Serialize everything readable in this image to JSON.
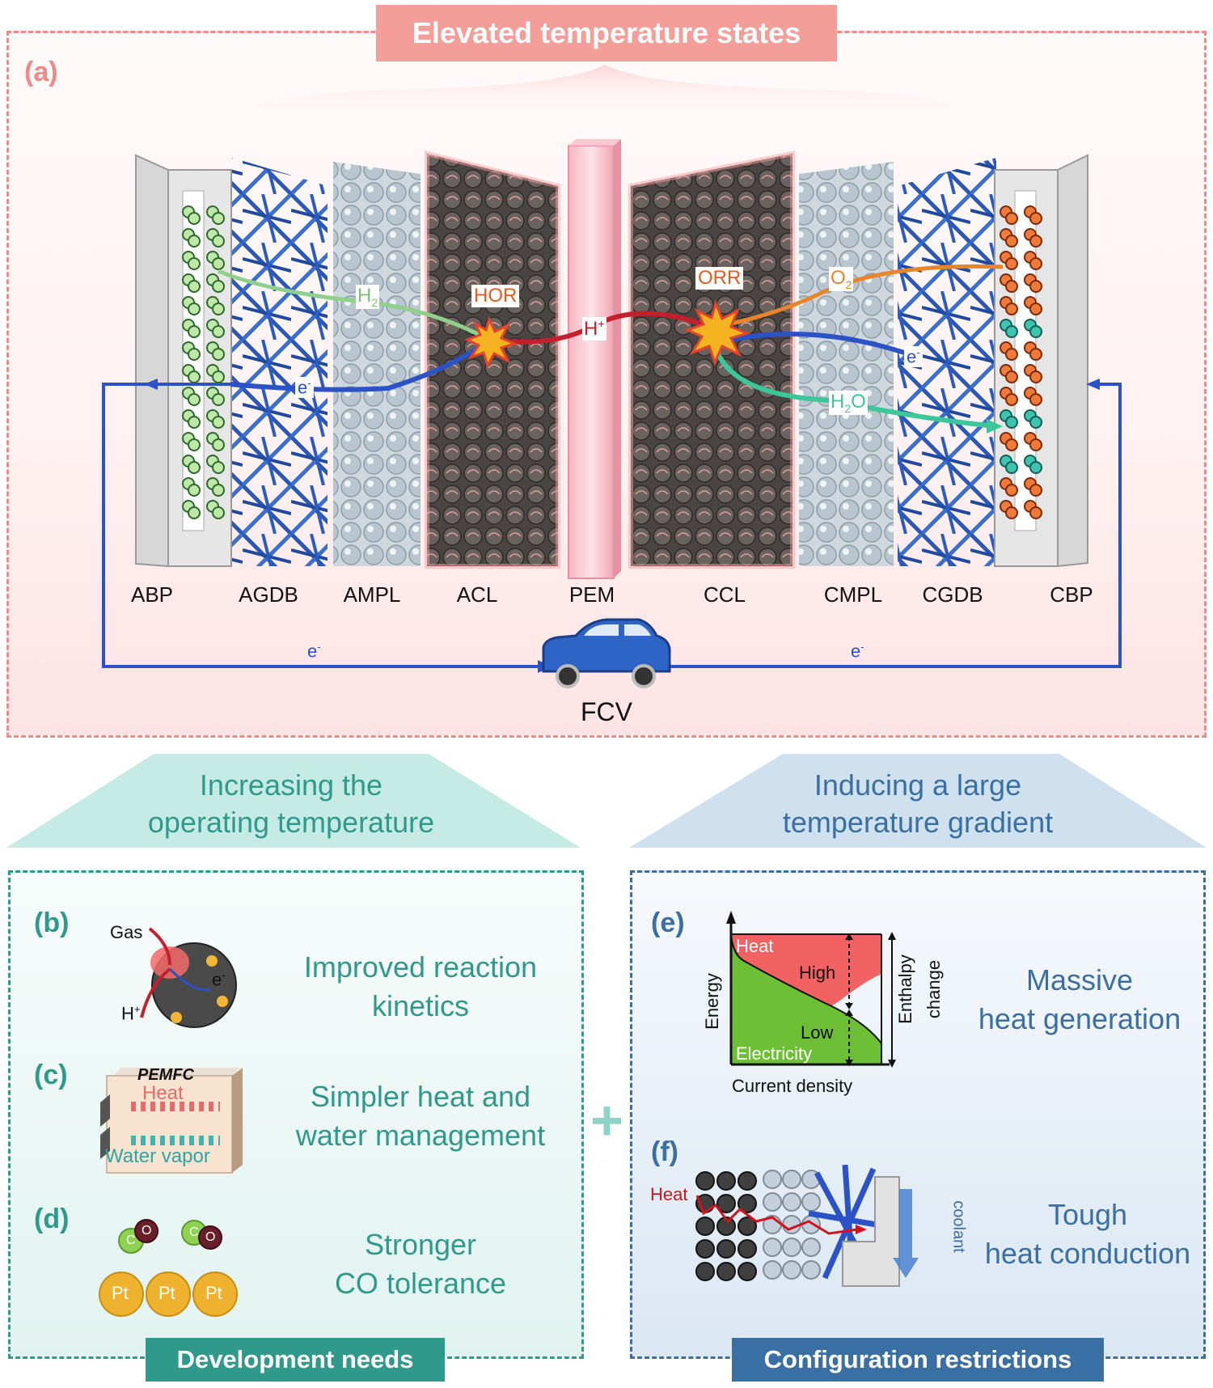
{
  "banner_top": "Elevated temperature states",
  "panel_a": {
    "label": "(a)",
    "layers": [
      "ABP",
      "AGDB",
      "AMPL",
      "ACL",
      "PEM",
      "CCL",
      "CMPL",
      "CGDB",
      "CBP"
    ],
    "reactions": {
      "hor": "HOR",
      "orr": "ORR"
    },
    "species": {
      "h2": "H",
      "h2_sub": "2",
      "hplus": "H",
      "hplus_sup": "+",
      "o2": "O",
      "o2_sub": "2",
      "h2o_h": "H",
      "h2o_sub": "2",
      "h2o_o": "O",
      "electron": "e",
      "electron_sup": "-"
    },
    "vehicle": "FCV"
  },
  "trapezoid_left": {
    "line1": "Increasing the",
    "line2": "operating temperature"
  },
  "trapezoid_right": {
    "line1": "Inducing a large",
    "line2": "temperature gradient"
  },
  "left_panel": {
    "banner": "Development needs",
    "b": {
      "label": "(b)",
      "text1": "Improved reaction",
      "text2": "kinetics",
      "gas": "Gas",
      "hplus": "H",
      "hplus_sup": "+",
      "electron": "e",
      "electron_sup": "-"
    },
    "c": {
      "label": "(c)",
      "text1": "Simpler heat and",
      "text2": "water management",
      "box_title": "PEMFC",
      "heat": "Heat",
      "water": "Water vapor"
    },
    "d": {
      "label": "(d)",
      "text1": "Stronger",
      "text2": "CO tolerance",
      "pt": "Pt",
      "c": "C",
      "o": "O"
    }
  },
  "plus_sign": "+",
  "right_panel": {
    "banner": "Configuration restrictions",
    "e": {
      "label": "(e)",
      "text1": "Massive",
      "text2": "heat generation",
      "chart_heat": "Heat",
      "chart_high": "High",
      "chart_low": "Low",
      "chart_electricity": "Electricity",
      "ylabel": "Energy",
      "xlabel": "Current density",
      "right_label1": "Enthalpy",
      "right_label2": "change"
    },
    "f": {
      "label": "(f)",
      "text1": "Tough",
      "text2": "heat conduction",
      "heat": "Heat",
      "coolant": "coolant"
    }
  },
  "colors": {
    "red": "#f49e99",
    "teal": "#2f9a8c",
    "blue": "#3a6fa4",
    "electron_line": "#2c52c8"
  }
}
